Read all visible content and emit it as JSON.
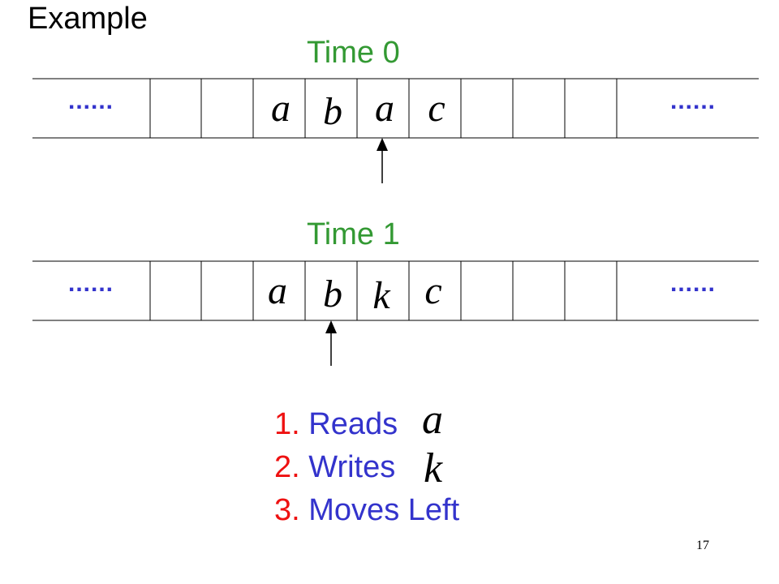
{
  "title": "Example",
  "tapes": [
    {
      "label": "Time 0",
      "left_ellipsis": "......",
      "right_ellipsis": "......",
      "cells": [
        "a",
        "b",
        "a",
        "c"
      ]
    },
    {
      "label": "Time 1",
      "left_ellipsis": "......",
      "right_ellipsis": "......",
      "cells": [
        "a",
        "b",
        "k",
        "c"
      ]
    }
  ],
  "steps": [
    {
      "number": "1.",
      "text": "Reads",
      "symbol": "a"
    },
    {
      "number": "2.",
      "text": "Writes",
      "symbol": "k"
    },
    {
      "number": "3.",
      "text": "Moves Left",
      "symbol": ""
    }
  ],
  "page_number": "17",
  "colors": {
    "time_label": "#339933",
    "step_number": "#ee1111",
    "step_text": "#3333cc",
    "ellipsis": "#3333cc"
  }
}
